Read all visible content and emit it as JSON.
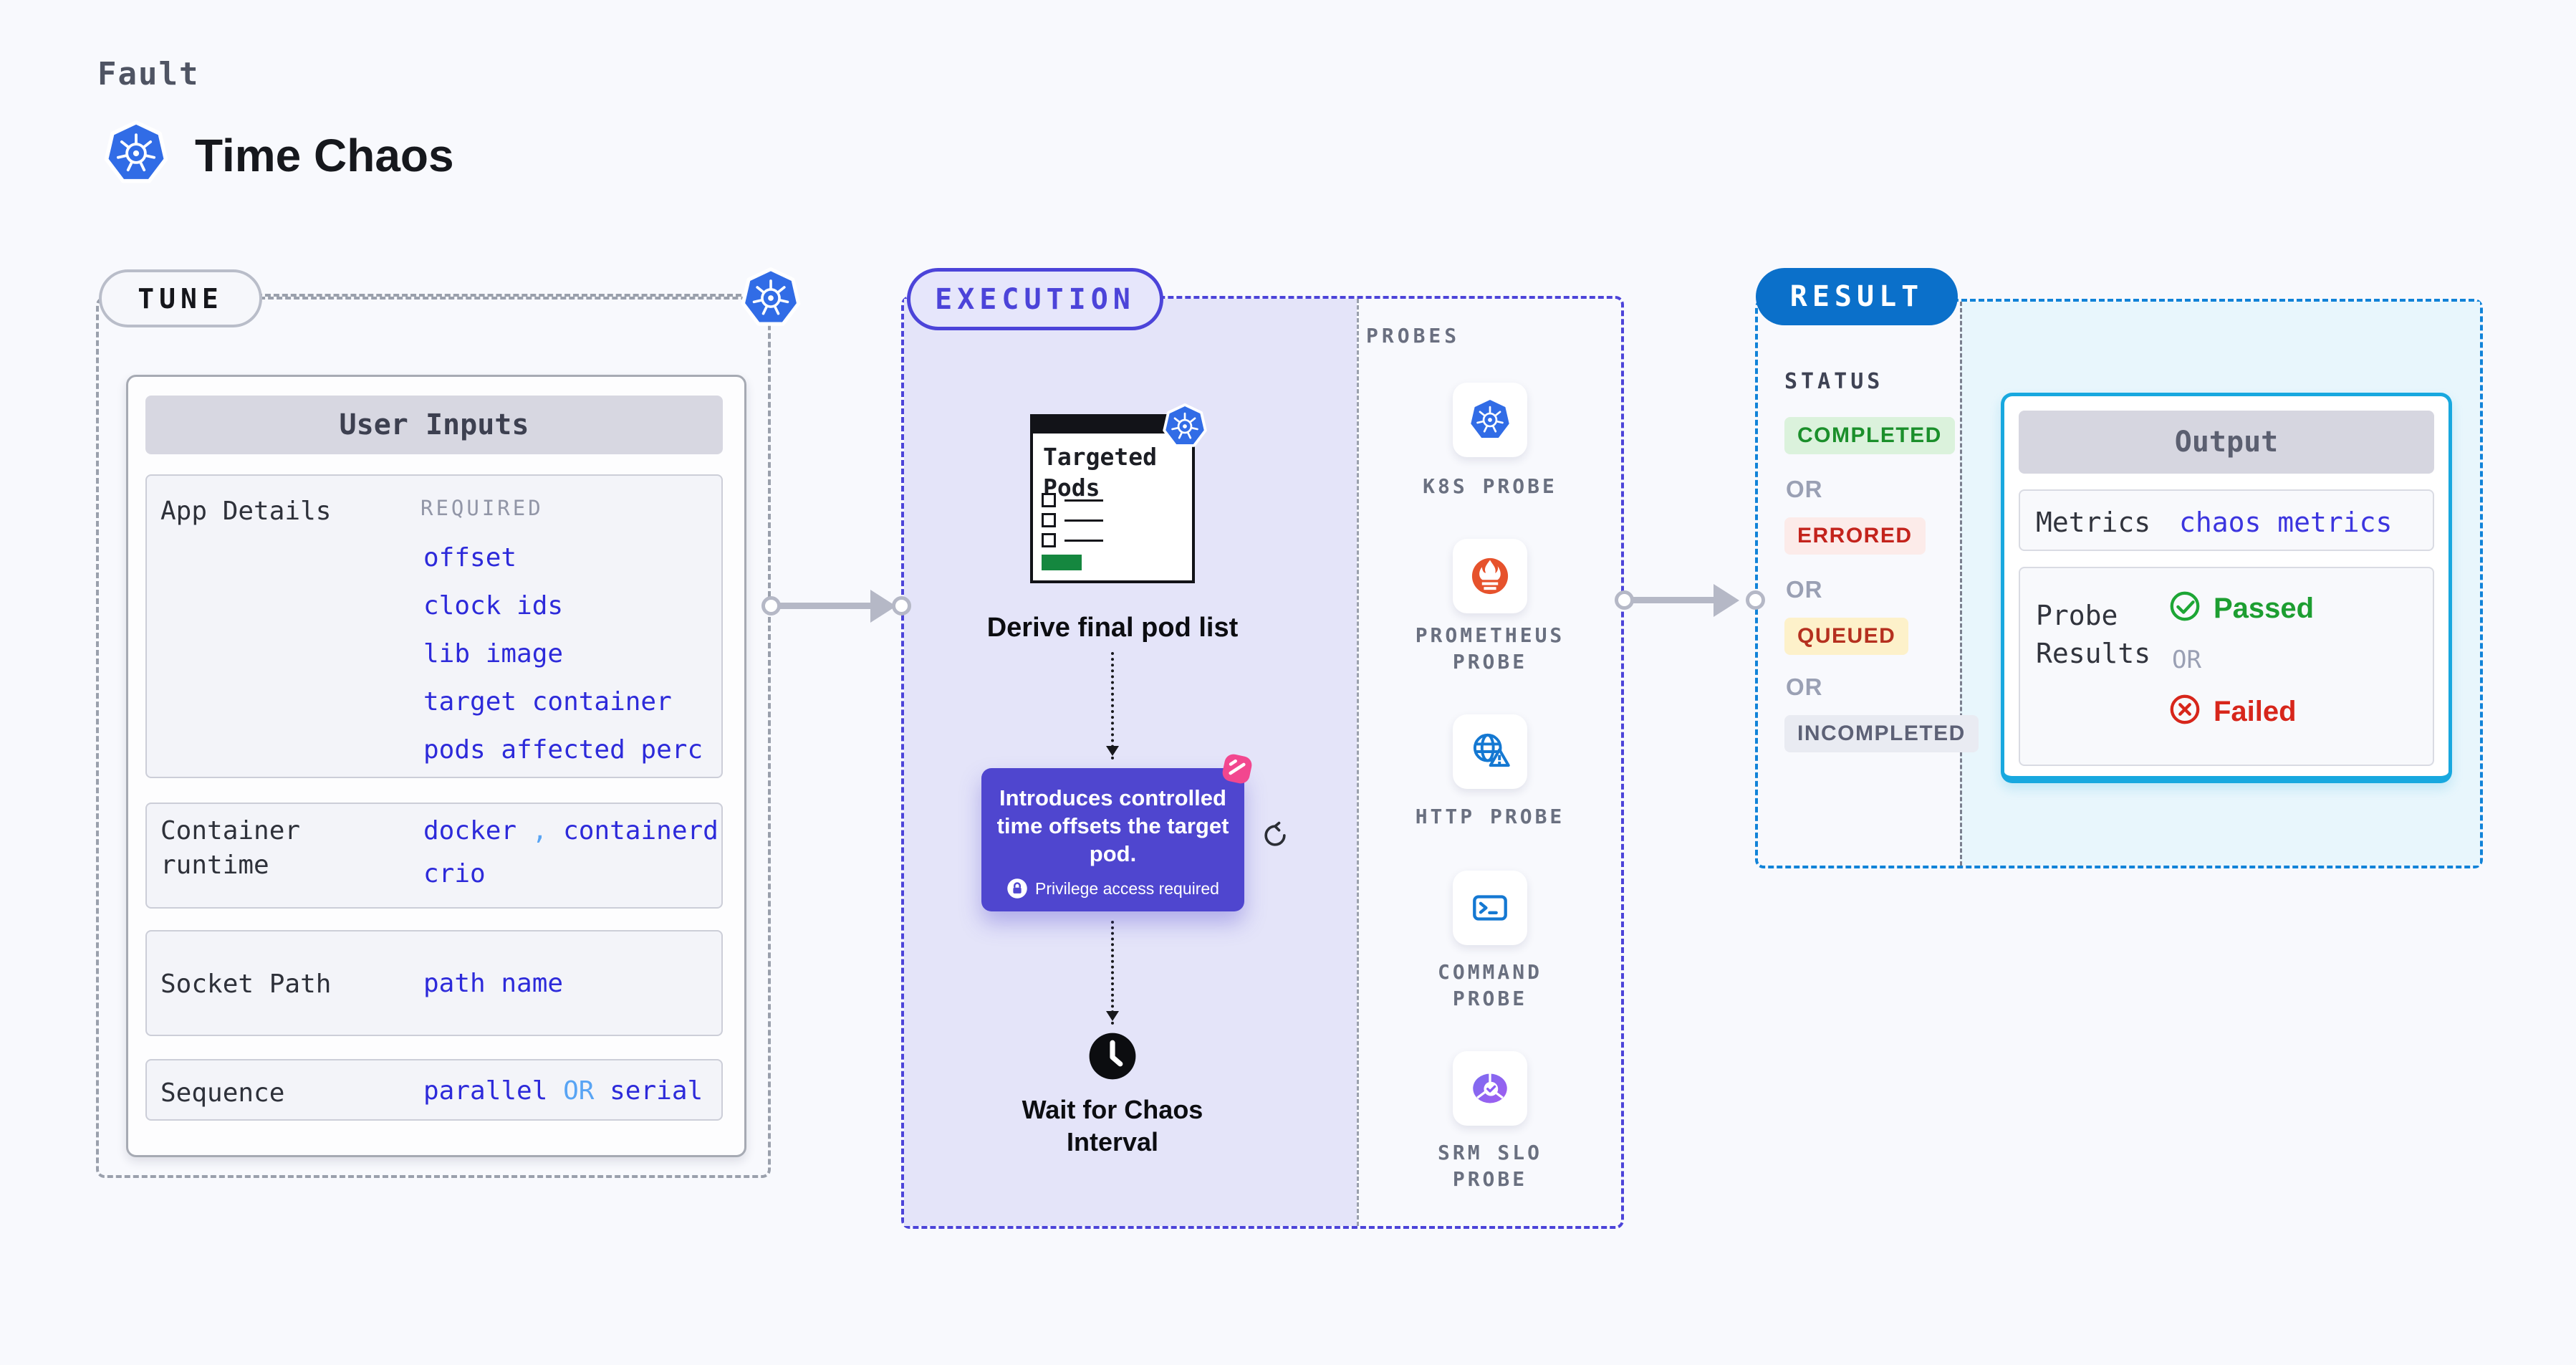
{
  "page": {
    "background": "#f8f9fd"
  },
  "header": {
    "kicker": "Fault",
    "title": "Time Chaos"
  },
  "palette": {
    "indigo": "#4c44d9",
    "link_blue": "#2d2ada",
    "accent_light_blue": "#58a4f4",
    "result_blue": "#0b70ca",
    "cyan_border": "#18a8df",
    "green_status": "#1b8f2b",
    "red_status": "#c3231c",
    "amber_badge_bg": "#fdf1ca",
    "pink_chaos": "#f2478f",
    "prometheus_orange": "#e6522c",
    "kubernetes_blue": "#316ce6",
    "passed_green": "#1da635",
    "failed_red": "#d7261b"
  },
  "tune": {
    "pill": "TUNE",
    "card_header": "User Inputs",
    "app_details": {
      "label": "App Details",
      "tag": "REQUIRED",
      "links": [
        "offset",
        "clock ids",
        "lib image",
        "target container",
        "pods affected perc"
      ]
    },
    "container_runtime": {
      "label": "Container runtime",
      "value_a": "docker",
      "separator": ",",
      "value_b": "containerd",
      "value_c": "crio"
    },
    "socket_path": {
      "label": "Socket Path",
      "link": "path name"
    },
    "sequence": {
      "label": "Sequence",
      "value_a": "parallel",
      "or": "OR",
      "value_b": "serial"
    }
  },
  "execution": {
    "pill": "EXECUTION",
    "targeted_pods_title": "Targeted Pods",
    "step_derive": "Derive final pod list",
    "callout": {
      "text": "Introduces controlled time offsets the target pod.",
      "badge": "Privilege access required"
    },
    "step_wait": "Wait for Chaos Interval"
  },
  "probes": {
    "title": "PROBES",
    "items": [
      {
        "icon": "kubernetes-icon",
        "label": "K8S PROBE"
      },
      {
        "icon": "prometheus-icon",
        "label": "PROMETHEUS PROBE"
      },
      {
        "icon": "http-globe-icon",
        "label": "HTTP PROBE"
      },
      {
        "icon": "terminal-icon",
        "label": "COMMAND PROBE"
      },
      {
        "icon": "slo-pie-icon",
        "label": "SRM SLO PROBE"
      }
    ]
  },
  "result": {
    "pill": "RESULT",
    "status_label": "STATUS",
    "or_label": "OR",
    "statuses": [
      "COMPLETED",
      "ERRORED",
      "QUEUED",
      "INCOMPLETED"
    ],
    "output": {
      "header": "Output",
      "metrics_label": "Metrics",
      "metrics_link": "chaos metrics",
      "probe_results_label": "Probe Results",
      "passed_label": "Passed",
      "or_label": "OR",
      "failed_label": "Failed"
    }
  }
}
